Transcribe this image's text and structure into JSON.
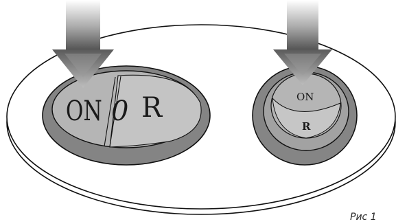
{
  "left_switch": {
    "label_on": "ON",
    "label_zero": "0",
    "label_r": "R"
  },
  "right_switch": {
    "label_on": "ON",
    "label_r": "R"
  },
  "caption": "Рис 1"
}
